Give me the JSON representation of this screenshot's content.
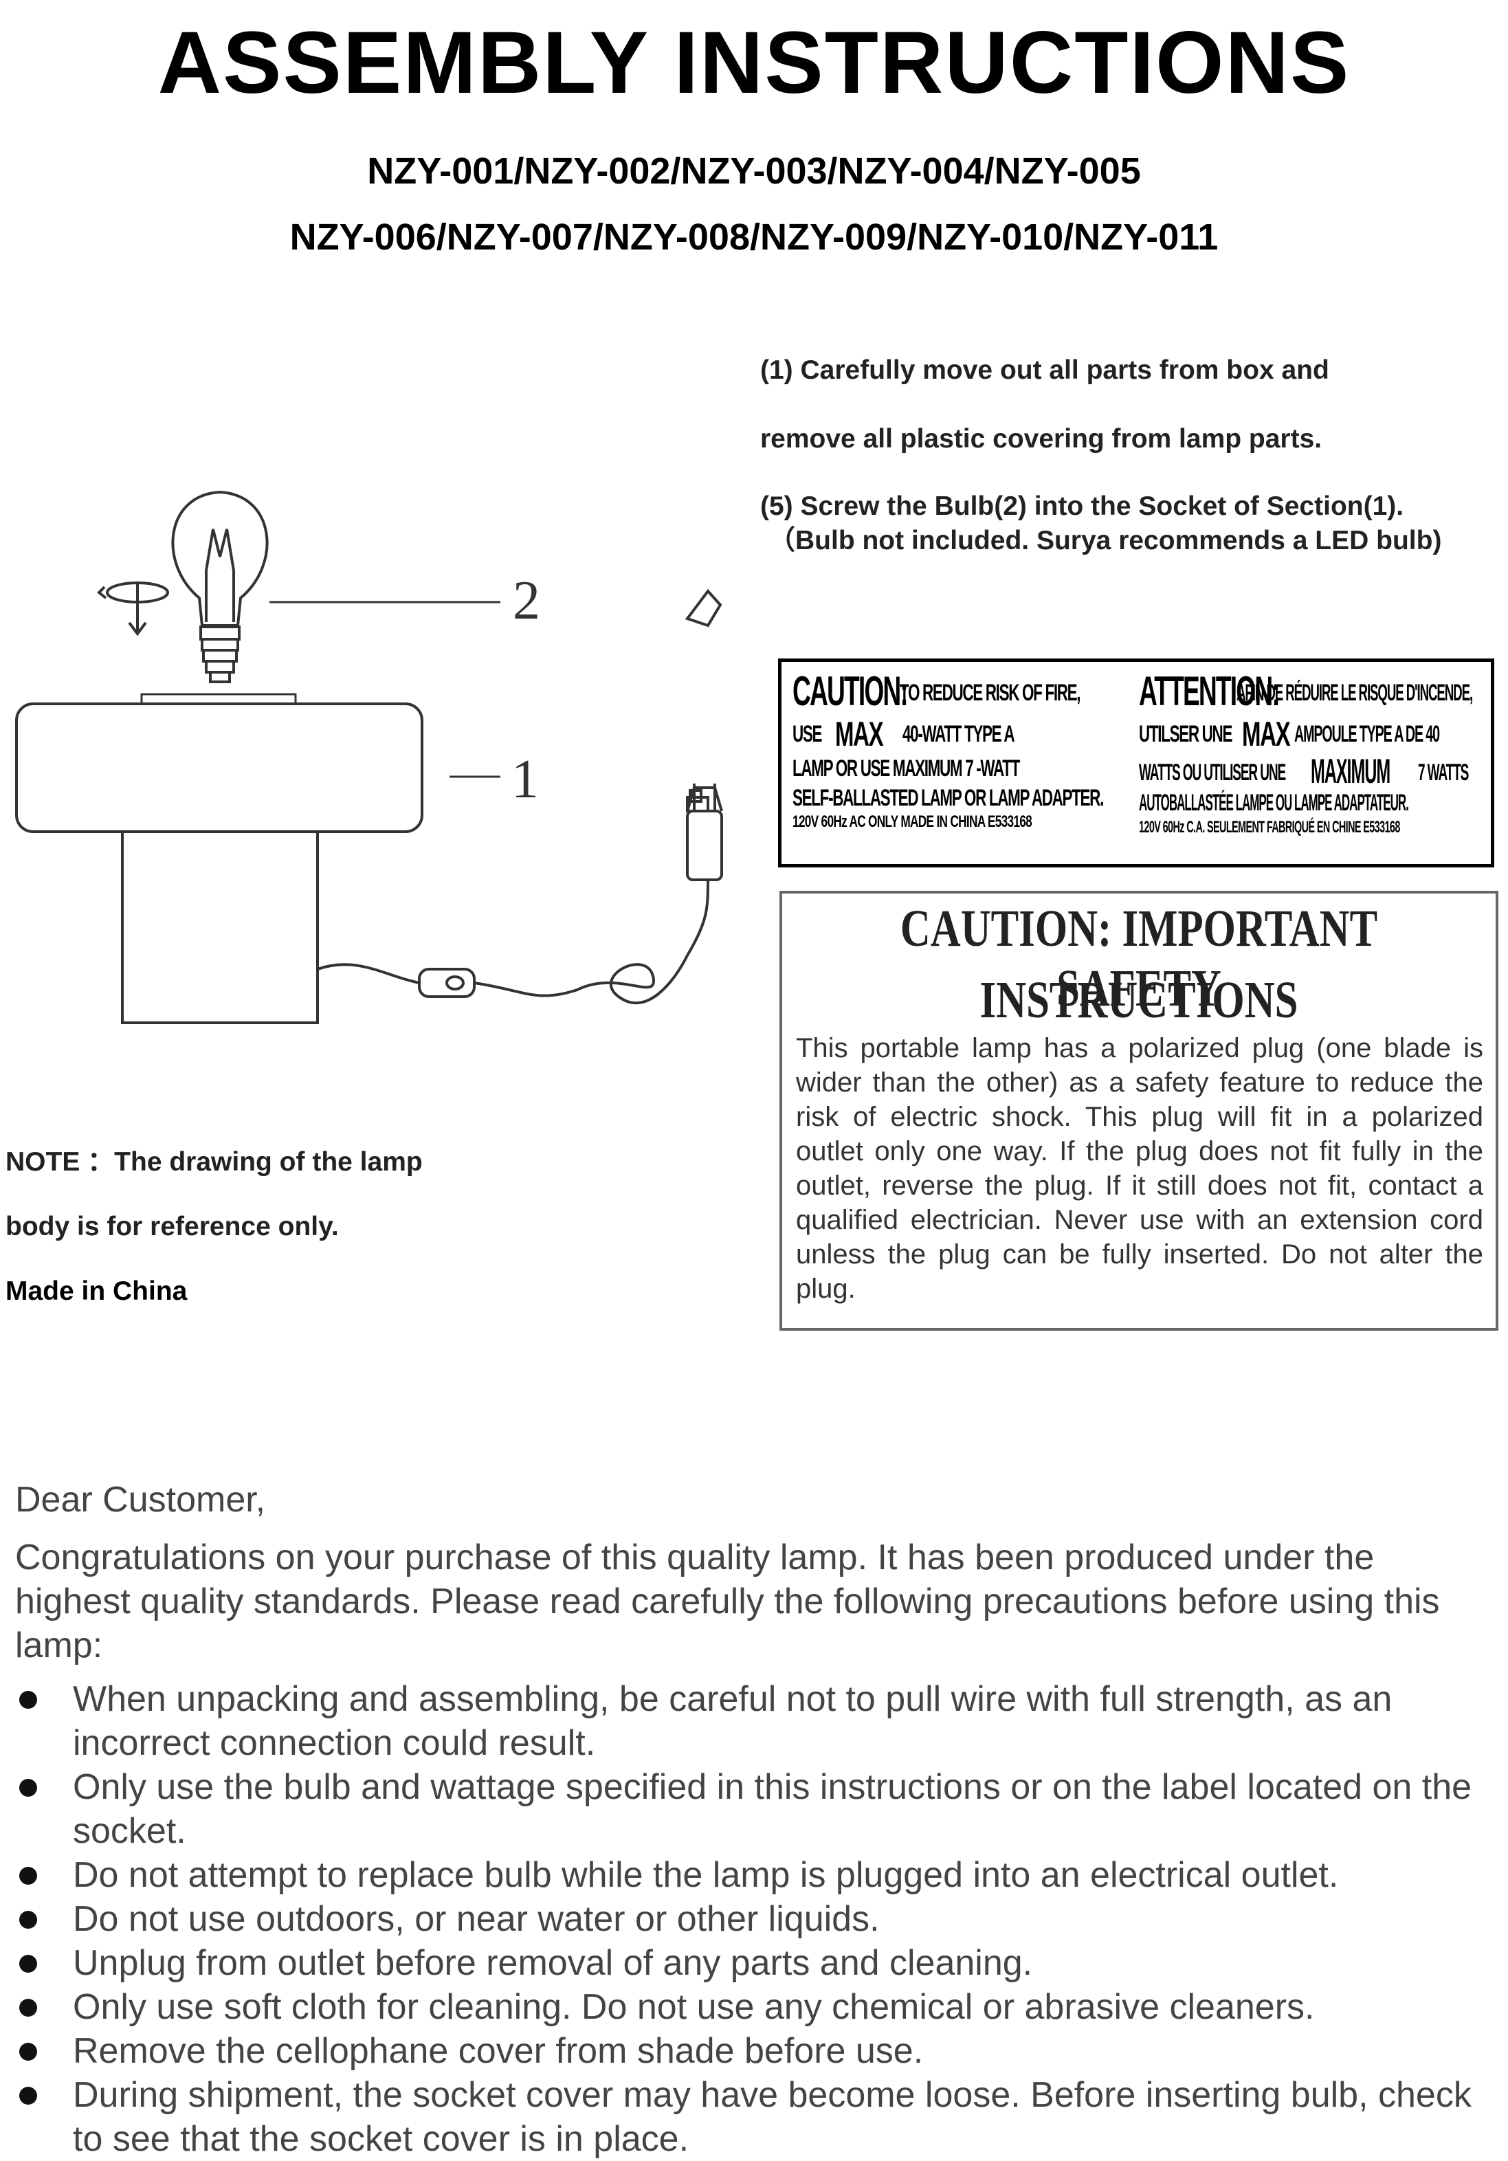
{
  "header": {
    "title": "ASSEMBLY INSTRUCTIONS",
    "models_line1": "NZY-001/NZY-002/NZY-003/NZY-004/NZY-005",
    "models_line2": "NZY-006/NZY-007/NZY-008/NZY-009/NZY-010/NZY-011"
  },
  "instructions": {
    "step1_line1": "(1) Carefully move out all parts from box and",
    "step1_line2": "remove all plastic covering from lamp parts.",
    "step5_line1": "(5) Screw the Bulb(2) into the Socket of Section(1).",
    "step5_line2": "（Bulb not included. Surya recommends a LED bulb)"
  },
  "drawing": {
    "callout_2": "2",
    "callout_1": "1"
  },
  "note": {
    "line1": "NOTE ：The drawing of the lamp",
    "line2": "body is for reference only.",
    "made_in": "Made in China"
  },
  "caution_label": {
    "en_head": "CAUTION:",
    "en_line1": "TO REDUCE RISK OF FIRE,",
    "en_use": "USE",
    "en_max": "MAX",
    "en_line2": "40-WATT TYPE A",
    "en_line3": "LAMP OR USE MAXIMUM  7 -WATT",
    "en_line4": "SELF-BALLASTED LAMP OR LAMP ADAPTER.",
    "en_line5": "120V 60Hz AC ONLY MADE IN CHINA  E533168",
    "fr_head": "ATTENTION:",
    "fr_line1": "AFIN DE RÉDUIRE LE RISQUE D'INCENDE,",
    "fr_use": "UTILSER UNE",
    "fr_max": "MAX",
    "fr_line2": "AMPOULE TYPE A DE 40",
    "fr_line3a": "WATTS OU UTILISER UNE",
    "fr_maximum": "MAXIMUM",
    "fr_line3b": "7 WATTS",
    "fr_line4": "AUTOBALLASTÉE LAMPE OU LAMPE ADAPTATEUR.",
    "fr_line5": "120V 60Hz C.A. SEULEMENT FABRIQUÉ EN CHINE  E533168"
  },
  "safety": {
    "title_line1": "CAUTION: IMPORTANT SAFETY",
    "title_line2": "INSTRUCTIONS",
    "body": "This portable lamp has a polarized plug (one blade is wider than the other) as a safety feature to reduce the risk of electric shock. This plug will fit in a polarized outlet only one way. If the plug does not fit fully in the outlet, reverse the plug. If it still does not fit, contact a qualified electrician. Never use with an extension cord unless the plug can be fully inserted. Do not alter the plug."
  },
  "letter": {
    "greeting": "Dear Customer,",
    "intro": "Congratulations on your purchase of this quality lamp. It has been produced under the highest quality standards. Please read carefully the following precautions before using this lamp:",
    "precautions": [
      "When unpacking and assembling, be careful not to pull wire with full strength, as an incorrect connection could result.",
      "Only use the bulb and wattage specified in this instructions or on the label located on the socket.",
      "Do not attempt to replace bulb while the lamp is plugged into an electrical outlet.",
      "Do not use outdoors, or near water or other liquids.",
      "Unplug from outlet before removal of any parts and cleaning.",
      "Only use soft cloth for cleaning. Do not use any chemical or abrasive cleaners.",
      "Remove the cellophane cover from shade before use.",
      "During shipment, the socket cover may have become loose. Before inserting bulb, check to see that the socket cover is in place."
    ]
  }
}
